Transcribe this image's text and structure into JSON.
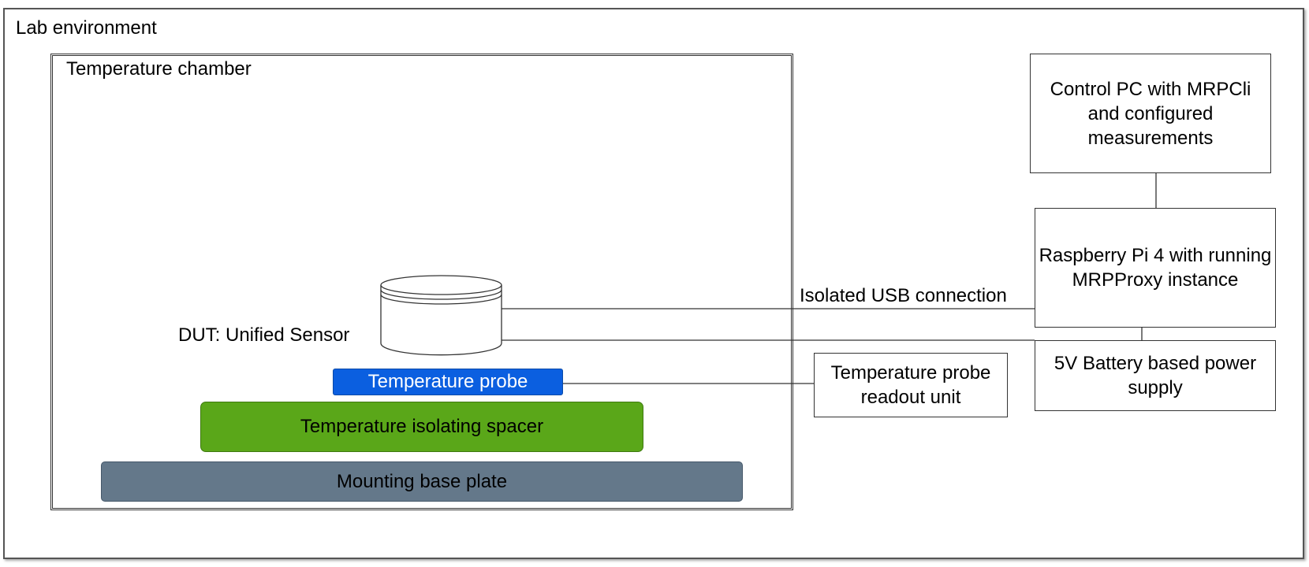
{
  "lab_environment": {
    "title": "Lab environment"
  },
  "temperature_chamber": {
    "title": "Temperature chamber"
  },
  "control_pc": {
    "label": "Control PC with MRPCli and configured measurements"
  },
  "raspberry_pi": {
    "label": "Raspberry Pi 4 with running MRPProxy instance"
  },
  "power_supply": {
    "label": "5V Battery based power supply"
  },
  "probe_readout": {
    "label": "Temperature probe readout unit"
  },
  "dut": {
    "label": "DUT: Unified Sensor"
  },
  "usb_connection": {
    "label": "Isolated USB connection"
  },
  "temperature_probe": {
    "label": "Temperature probe",
    "color": "#0b5fe0"
  },
  "isolating_spacer": {
    "label": "Temperature isolating spacer",
    "color": "#5aa719"
  },
  "base_plate": {
    "label": "Mounting base plate",
    "color": "#64788a"
  }
}
